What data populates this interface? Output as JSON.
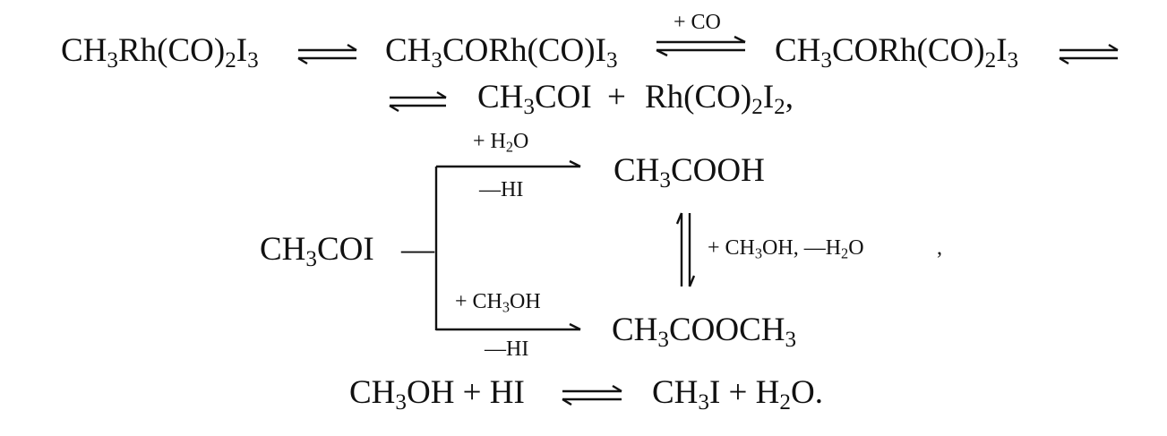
{
  "line1": {
    "s1_a": "CH",
    "s1_b": "3",
    "s1_c": "Rh(CO)",
    "s1_d": "2",
    "s1_e": "I",
    "s1_f": "3",
    "s2_a": "CH",
    "s2_b": "3",
    "s2_c": "CORh(CO)I",
    "s2_d": "3",
    "co_label": "+ CO",
    "s3_a": "CH",
    "s3_b": "3",
    "s3_c": "CORh(CO)",
    "s3_d": "2",
    "s3_e": "I",
    "s3_f": "3"
  },
  "line2": {
    "p1_a": "CH",
    "p1_b": "3",
    "p1_c": "COI",
    "plus": "+",
    "p2_a": "Rh(CO)",
    "p2_b": "2",
    "p2_c": "I",
    "p2_d": "2",
    "p2_e": ","
  },
  "branch": {
    "start_a": "CH",
    "start_b": "3",
    "start_c": "COI",
    "dash": "—",
    "upper_above_a": "+ H",
    "upper_above_b": "2",
    "upper_above_c": "O",
    "upper_below": "—HI",
    "upper_prod_a": "CH",
    "upper_prod_b": "3",
    "upper_prod_c": "COOH",
    "vert_a": "+ CH",
    "vert_b": "3",
    "vert_c": "OH,  —H",
    "vert_d": "2",
    "vert_e": "O",
    "vert_comma": ",",
    "lower_above_a": "+ CH",
    "lower_above_b": "3",
    "lower_above_c": "OH",
    "lower_below": "—HI",
    "lower_prod_a": "CH",
    "lower_prod_b": "3",
    "lower_prod_c": "COOCH",
    "lower_prod_d": "3"
  },
  "line4": {
    "r1_a": "CH",
    "r1_b": "3",
    "r1_c": "OH + HI",
    "r2_a": "CH",
    "r2_b": "3",
    "r2_c": "I + H",
    "r2_d": "2",
    "r2_e": "O."
  }
}
